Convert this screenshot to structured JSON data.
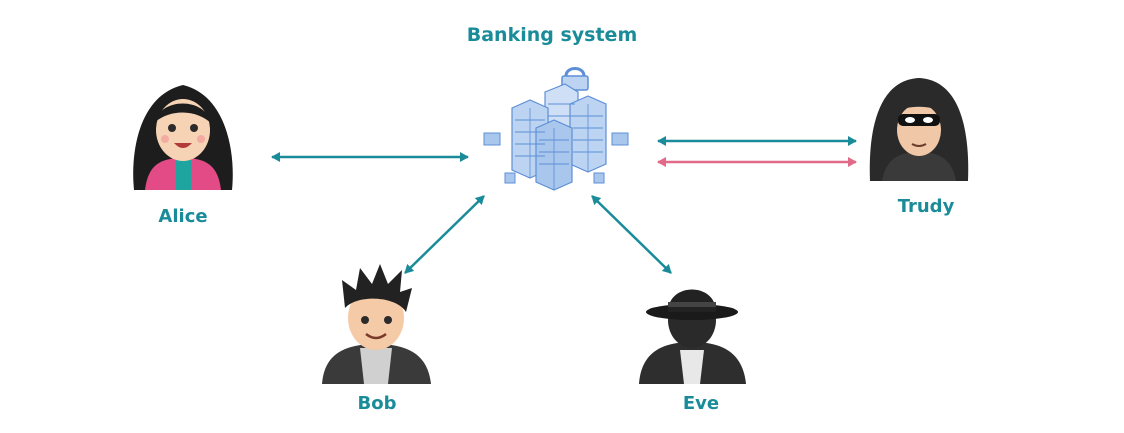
{
  "diagram": {
    "title": "Banking system",
    "actors": {
      "alice": "Alice",
      "bob": "Bob",
      "eve": "Eve",
      "trudy": "Trudy"
    },
    "colors": {
      "legit_link": "#1a8c99",
      "attack_link": "#e06a88",
      "server_light": "#a9c7ec",
      "server_dark": "#5d8fd6"
    },
    "icons": [
      "alice-avatar",
      "bob-avatar",
      "eve-spy-avatar",
      "trudy-hooded-avatar",
      "server-cluster-icon",
      "lock-icon"
    ]
  }
}
